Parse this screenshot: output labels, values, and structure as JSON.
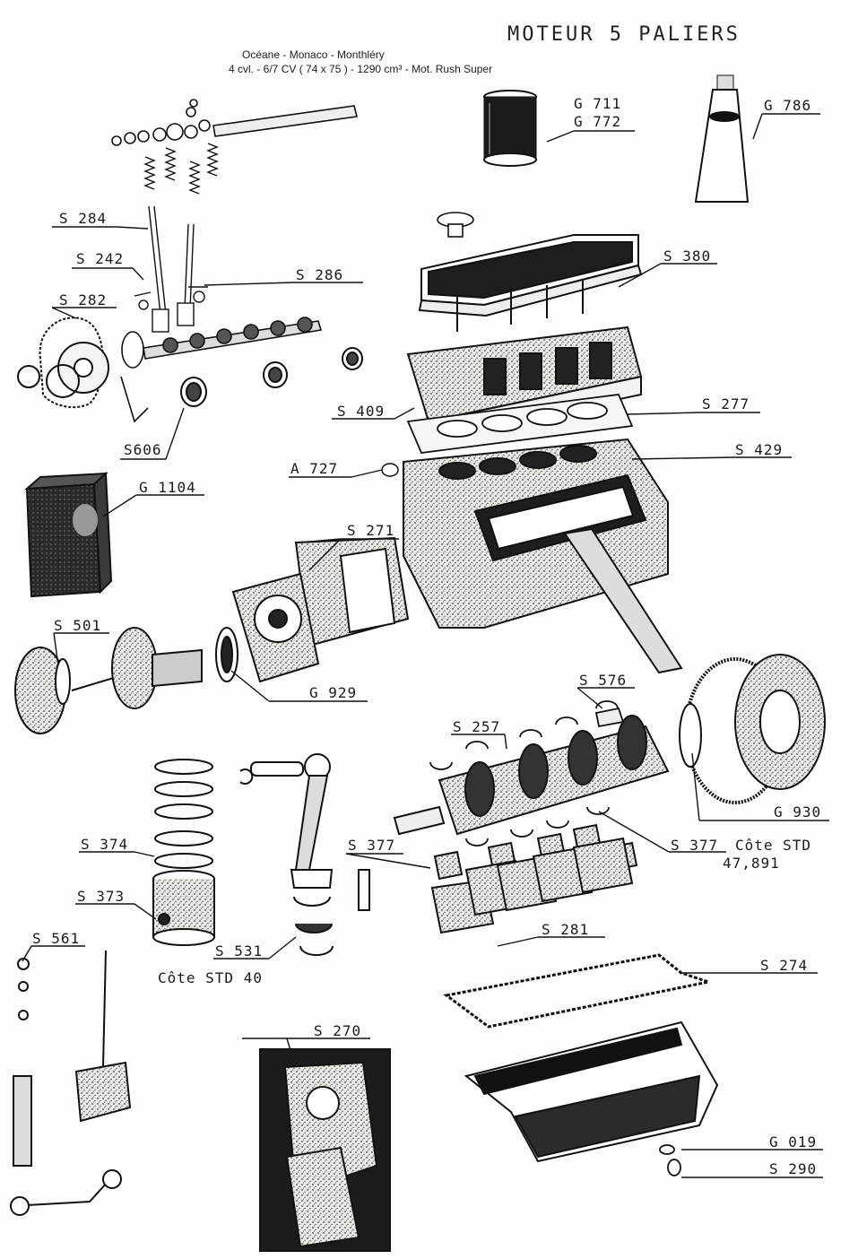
{
  "header": {
    "title": "MOTEUR 5 PALIERS",
    "subtitle_models": "Océane - Monaco - Monthléry",
    "subtitle_specs": "4 cvl. - 6/7 CV ( 74 x 75 ) - 1290 cm³ - Mot. Rush Super"
  },
  "parts": {
    "g711": "G 711",
    "g772": "G 772",
    "g786": "G 786",
    "s284": "S 284",
    "s242": "S 242",
    "s286": "S 286",
    "s282": "S 282",
    "s380": "S 380",
    "s409": "S 409",
    "s277": "S 277",
    "s606": "S606",
    "a727": "A 727",
    "s429": "S 429",
    "g1104": "G 1104",
    "s271": "S 271",
    "s501": "S 501",
    "g929": "G 929",
    "s576": "S 576",
    "s257": "S 257",
    "g930": "G 930",
    "s374": "S 374",
    "s377a": "S 377",
    "s377b": "S 377",
    "s373": "S 373",
    "s281": "S 281",
    "s561": "S 561",
    "s531": "S 531",
    "s274": "S 274",
    "s270": "S 270",
    "g019": "G 019",
    "s290": "S 290"
  },
  "notes": {
    "crank_std": "Côte STD",
    "crank_std_value": "47,891",
    "piston_std": "Côte STD 40"
  }
}
